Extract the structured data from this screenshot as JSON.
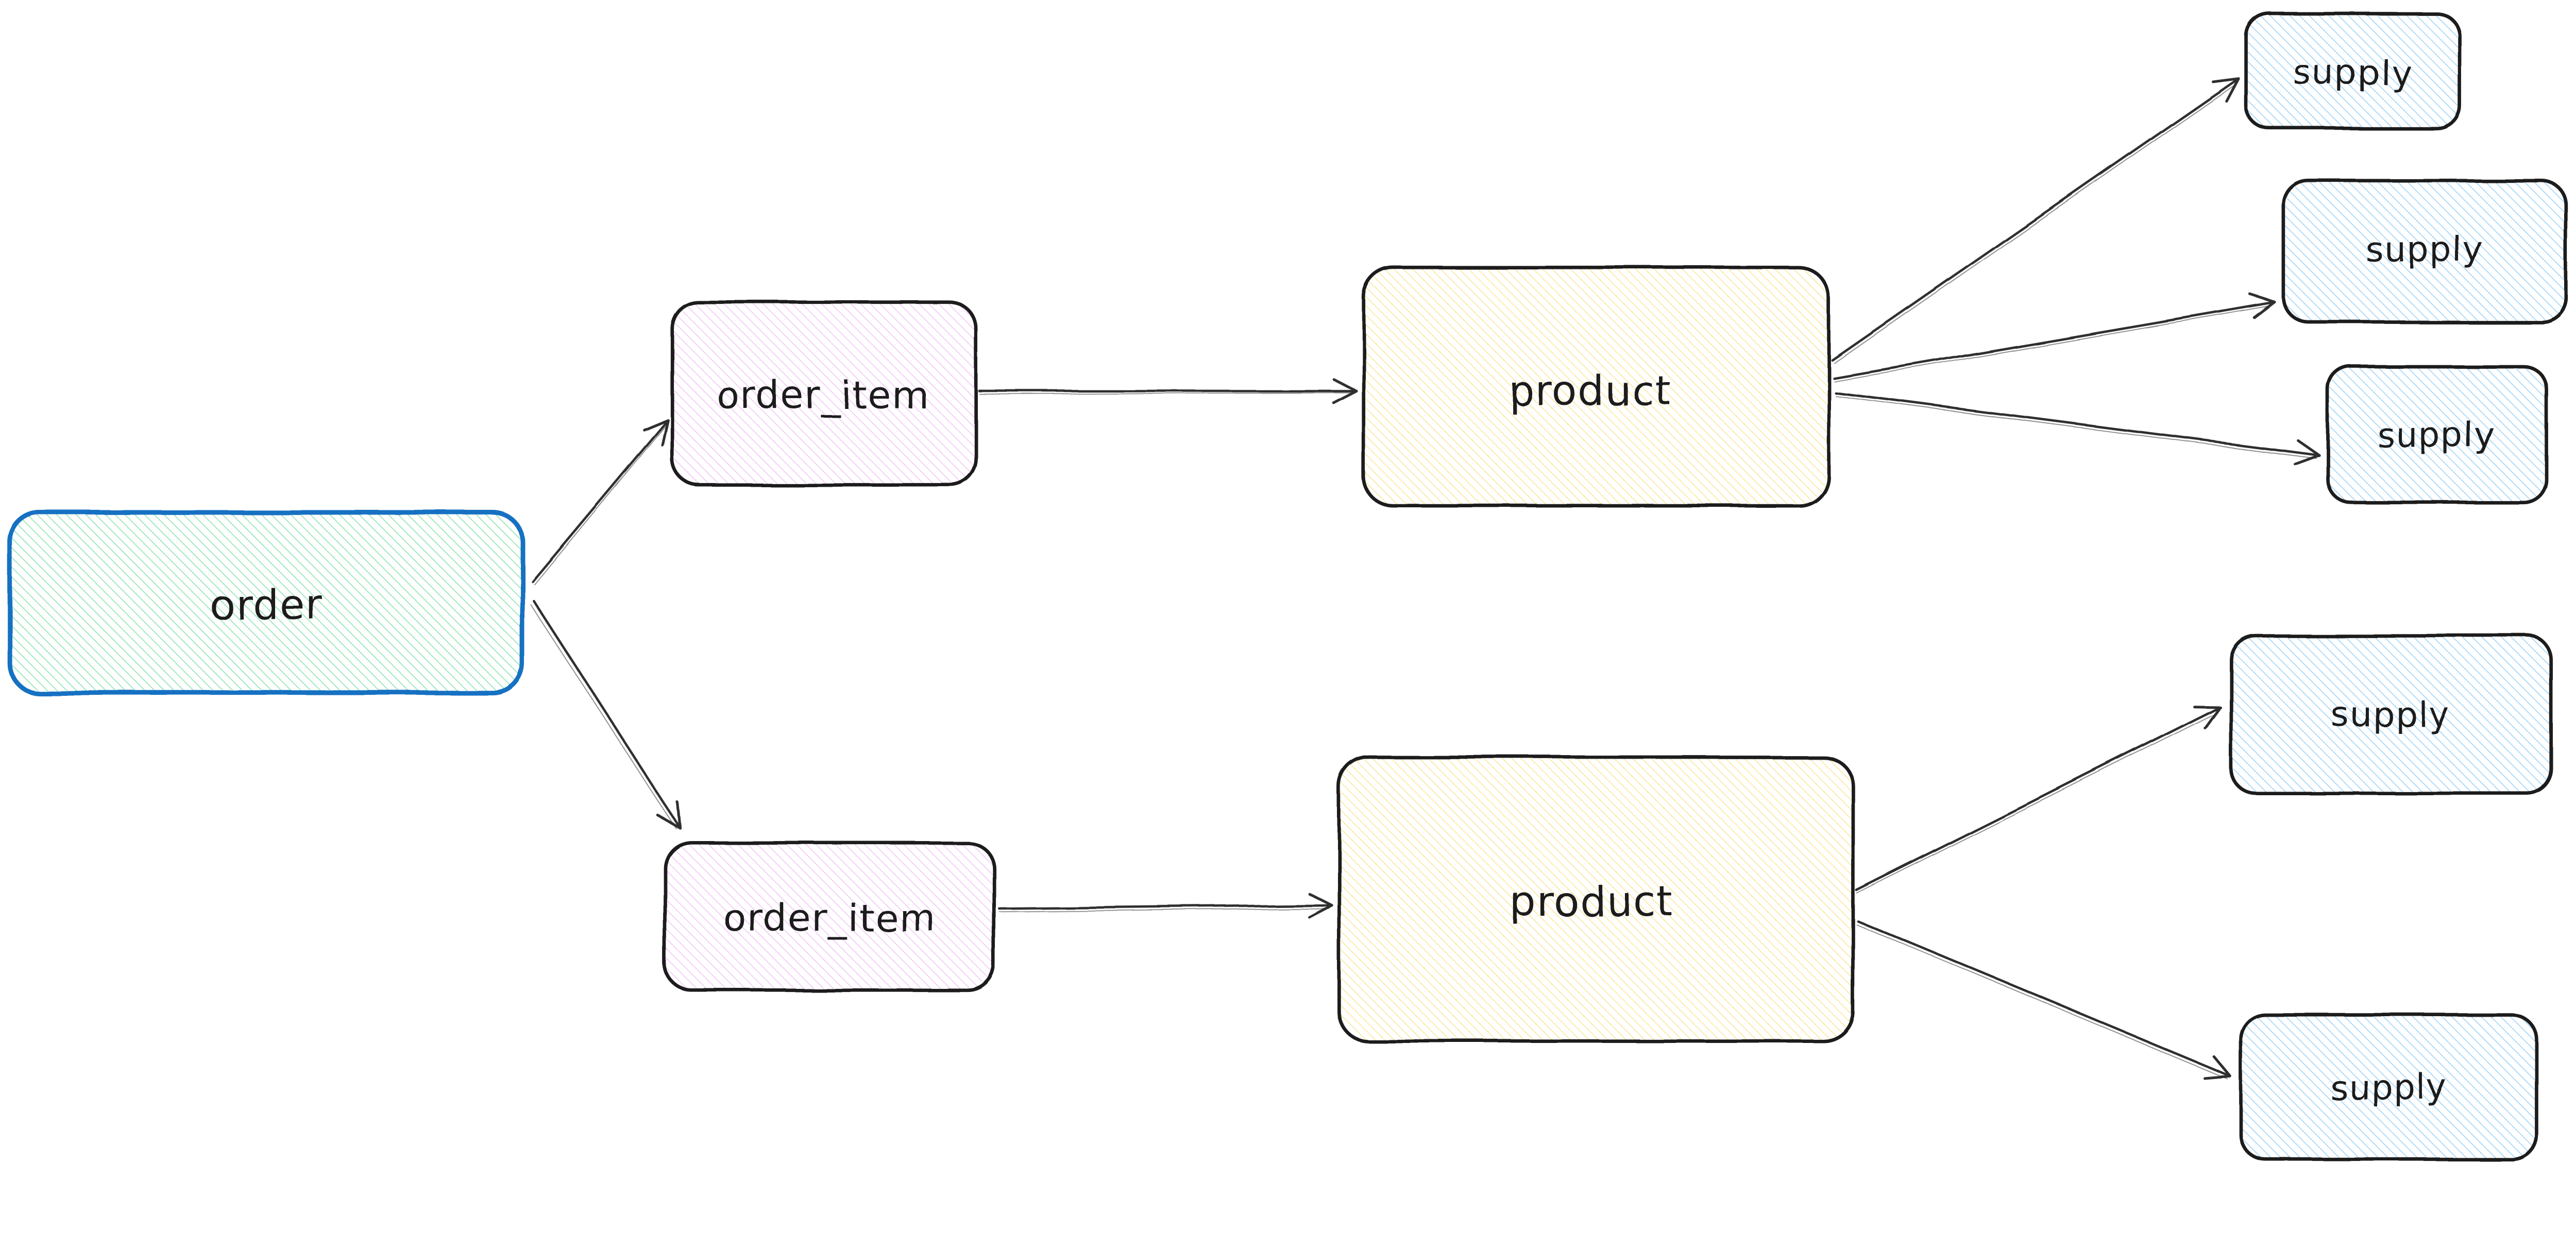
{
  "diagram": {
    "type": "entity-flow-sketch",
    "nodes": [
      {
        "id": "order",
        "label": "order",
        "shape": "rounded-rect",
        "fill": "green-hatch",
        "border": "blue"
      },
      {
        "id": "order_item_top",
        "label": "order_item",
        "shape": "rounded-rect",
        "fill": "pink-hatch",
        "border": "dark"
      },
      {
        "id": "order_item_bottom",
        "label": "order_item",
        "shape": "rounded-rect",
        "fill": "pink-hatch",
        "border": "dark"
      },
      {
        "id": "product_top",
        "label": "product",
        "shape": "rounded-rect",
        "fill": "yellow-hatch",
        "border": "dark"
      },
      {
        "id": "product_bottom",
        "label": "product",
        "shape": "rounded-rect",
        "fill": "yellow-hatch",
        "border": "dark"
      },
      {
        "id": "supply_top_1",
        "label": "supply",
        "shape": "rounded-rect",
        "fill": "blue-hatch",
        "border": "dark"
      },
      {
        "id": "supply_top_2",
        "label": "supply",
        "shape": "rounded-rect",
        "fill": "blue-hatch",
        "border": "dark"
      },
      {
        "id": "supply_top_3",
        "label": "supply",
        "shape": "rounded-rect",
        "fill": "blue-hatch",
        "border": "dark"
      },
      {
        "id": "supply_bottom_1",
        "label": "supply",
        "shape": "rounded-rect",
        "fill": "blue-hatch",
        "border": "dark"
      },
      {
        "id": "supply_bottom_2",
        "label": "supply",
        "shape": "rounded-rect",
        "fill": "blue-hatch",
        "border": "dark"
      }
    ],
    "edges": [
      {
        "from": "order",
        "to": "order_item_top",
        "style": "sketch-arrow"
      },
      {
        "from": "order",
        "to": "order_item_bottom",
        "style": "sketch-arrow"
      },
      {
        "from": "order_item_top",
        "to": "product_top",
        "style": "sketch-arrow"
      },
      {
        "from": "order_item_bottom",
        "to": "product_bottom",
        "style": "sketch-arrow"
      },
      {
        "from": "product_top",
        "to": "supply_top_1",
        "style": "sketch-arrow"
      },
      {
        "from": "product_top",
        "to": "supply_top_2",
        "style": "sketch-arrow"
      },
      {
        "from": "product_top",
        "to": "supply_top_3",
        "style": "sketch-arrow"
      },
      {
        "from": "product_bottom",
        "to": "supply_bottom_1",
        "style": "sketch-arrow"
      },
      {
        "from": "product_bottom",
        "to": "supply_bottom_2",
        "style": "sketch-arrow"
      }
    ]
  },
  "colors": {
    "canvas_bg": "#ffffff",
    "ink": "#1e1e1e",
    "arrow": "#2f2f2f",
    "order_border": "#1971c2",
    "green_hatch": "#7ce0a2",
    "pink_hatch": "#f2bdf5",
    "yellow_hatch": "#fbe28a",
    "blue_hatch": "#8fcdf9"
  }
}
